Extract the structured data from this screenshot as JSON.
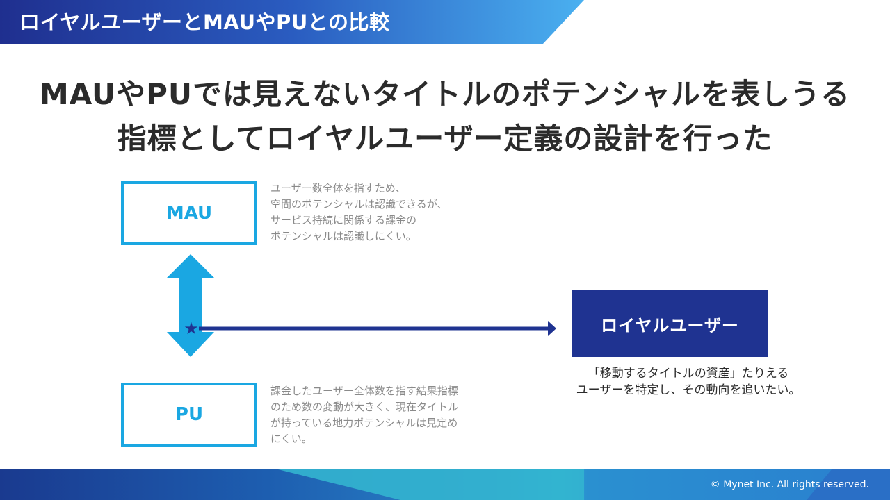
{
  "header": {
    "title": "ロイヤルユーザーとMAUやPUとの比較"
  },
  "headline": {
    "line1": "MAUやPUでは見えないタイトルのポテンシャルを表しうる",
    "line2": "指標としてロイヤルユーザー定義の設計を行った"
  },
  "mau": {
    "label": "MAU",
    "description": [
      "ユーザー数全体を指すため、",
      "空間のポテンシャルは認識できるが、",
      "サービス持続に関係する課金の",
      "ポテンシャルは認識しにくい。"
    ]
  },
  "pu": {
    "label": "PU",
    "description": [
      "課金したユーザー全体数を指す結果指標",
      "のため数の変動が大きく、現在タイトル",
      "が持っている地力ポテンシャルは見定め",
      "にくい。"
    ]
  },
  "royal": {
    "label": "ロイヤルユーザー",
    "caption": [
      "「移動するタイトルの資産」たりえる",
      "ユーザーを特定し、その動向を追いたい。"
    ]
  },
  "diagram": {
    "star": "★"
  },
  "footer": {
    "copyright": "© Mynet Inc. All rights reserved."
  },
  "colors": {
    "accent": "#1aa7e2",
    "navy": "#1f3391",
    "text_gray": "#8a8a8a"
  }
}
